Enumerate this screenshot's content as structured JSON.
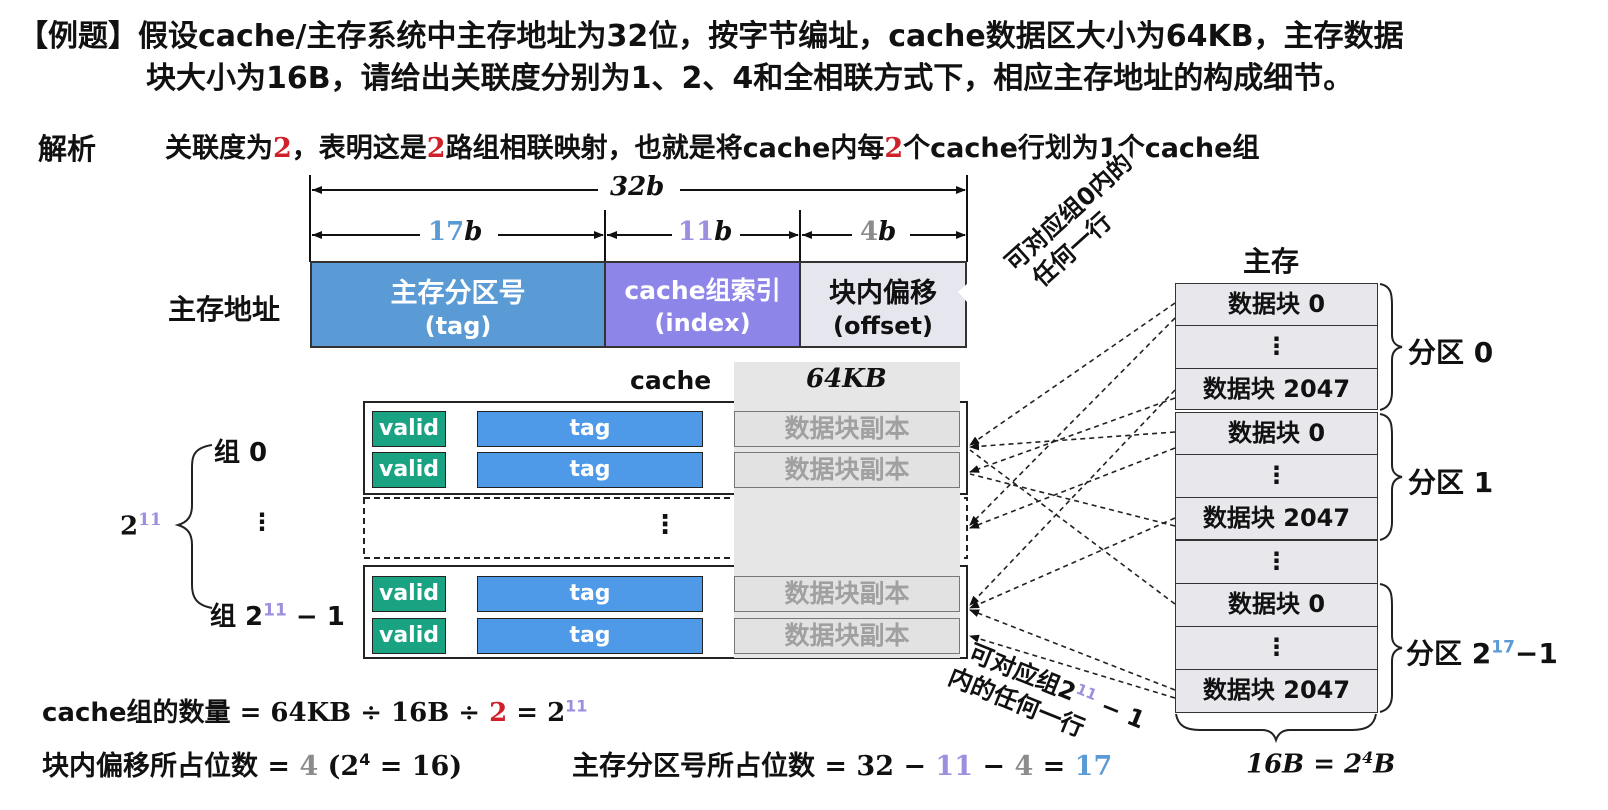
{
  "title": {
    "line1": "【例题】假设cache/主存系统中主存地址为32位，按字节编址，cache数据区大小为64KB，主存数据",
    "line2": "块大小为16B，请给出关联度分别为1、2、4和全相联方式下，相应主存地址的构成细节。"
  },
  "analysis": {
    "label": "解析",
    "part1": "关联度为",
    "v1": "2",
    "part2": "，表明这是",
    "v2": "2",
    "part3": "路组相联映射，也就是将cache内每",
    "v3": "2",
    "part4": "个cache行划为1个cache组"
  },
  "address": {
    "label": "主存地址",
    "total_bits": "32b",
    "tag_bits": "17",
    "index_bits": "11",
    "offset_bits": "4",
    "bit_unit": "b",
    "tag_name": "主存分区号",
    "tag_sub": "(tag)",
    "index_name": "cache组索引",
    "index_sub": "(index)",
    "offset_name": "块内偏移",
    "offset_sub": "(offset)"
  },
  "cache": {
    "label": "cache",
    "size": "64KB",
    "valid": "valid",
    "tag": "tag",
    "copy": "数据块副本",
    "dots": "⋮",
    "group0": "组 0",
    "group_last_prefix": "组 2",
    "group_last_exp": "11",
    "group_last_suffix": " − 1",
    "count_base": "2",
    "count_exp": "11"
  },
  "memory": {
    "title": "主存",
    "block0": "数据块 0",
    "block2047": "数据块 2047",
    "dots": "⋮",
    "part0": "分区 0",
    "part1": "分区 1",
    "part_last_prefix": "分区 2",
    "part_last_exp": "17",
    "part_last_suffix": "−1",
    "block_size_prefix": "16B = 2",
    "block_size_exp": "4",
    "block_size_suffix": "B"
  },
  "annotations": {
    "top": "可对应组0内的任何一行",
    "top_l1": "可对应组0内的",
    "top_l2": "任何一行",
    "bottom_l1_prefix": "可对应组2",
    "bottom_l1_exp": "11",
    "bottom_l1_suffix": " − 1",
    "bottom_l2": "内的任何一行"
  },
  "formulas": {
    "f1_label": "cache组的数量",
    "f1_expr": " = 64KB ÷ 16B ÷ ",
    "f1_red": "2",
    "f1_eq": " = 2",
    "f1_exp": "11",
    "f2_label": "块内偏移所占位数",
    "f2_eq": " = ",
    "f2_val": "4",
    "f2_paren_a": " (2",
    "f2_paren_exp": "4",
    "f2_paren_b": " = 16)",
    "f3_label": "主存分区号所占位数",
    "f3_a": " = 32 − ",
    "f3_b": "11",
    "f3_c": " − ",
    "f3_d": "4",
    "f3_e": " = ",
    "f3_f": "17"
  },
  "colors": {
    "tag_field": "#5b9bd5",
    "index_field": "#8d86e8",
    "offset_field": "#e6e6ee",
    "valid": "#1aa382",
    "tag_cell": "#4f9ae8",
    "highlight_red": "#d0202a"
  }
}
